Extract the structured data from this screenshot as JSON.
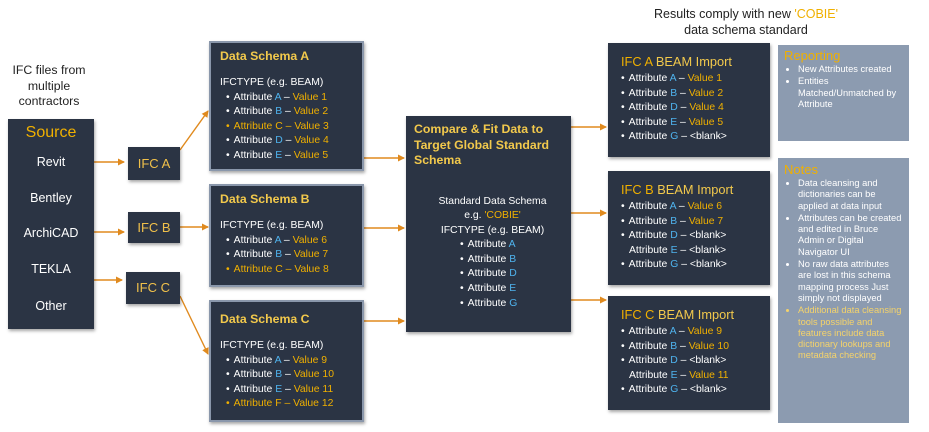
{
  "top_note": {
    "line1_prefix": "Results comply with new ",
    "line1_highlight": "'COBIE'",
    "line2": "data schema standard"
  },
  "left_label": [
    "IFC files from",
    "multiple",
    "contractors"
  ],
  "source": {
    "title": "Source",
    "items": [
      "Revit",
      "Bentley",
      "ArchiCAD",
      "TEKLA",
      "Other"
    ]
  },
  "ifc_tags": [
    "IFC A",
    "IFC B",
    "IFC C"
  ],
  "schemas": [
    {
      "title": "Data Schema A",
      "ifctype": "IFCTYPE (e.g. BEAM)",
      "rows": [
        {
          "attr": "Attribute ",
          "letter": "A",
          "dash": " – ",
          "value": "Value 1",
          "style": "normal"
        },
        {
          "attr": "Attribute ",
          "letter": "B",
          "dash": " – ",
          "value": "Value 2",
          "style": "normal"
        },
        {
          "attr": "Attribute ",
          "letter": "C",
          "dash": " – ",
          "value": "Value 3",
          "style": "gold"
        },
        {
          "attr": "Attribute ",
          "letter": "D",
          "dash": " – ",
          "value": "Value 4",
          "style": "normal"
        },
        {
          "attr": "Attribute ",
          "letter": "E",
          "dash": " – ",
          "value": "Value 5",
          "style": "normal"
        }
      ]
    },
    {
      "title": "Data Schema B",
      "ifctype": "IFCTYPE (e.g. BEAM)",
      "rows": [
        {
          "attr": "Attribute ",
          "letter": "A",
          "dash": " – ",
          "value": "Value 6",
          "style": "normal"
        },
        {
          "attr": "Attribute ",
          "letter": "B",
          "dash": " – ",
          "value": "Value 7",
          "style": "normal"
        },
        {
          "attr": "Attribute ",
          "letter": "C",
          "dash": " – ",
          "value": "Value 8",
          "style": "gold"
        }
      ]
    },
    {
      "title": "Data Schema C",
      "ifctype": "IFCTYPE (e.g. BEAM)",
      "rows": [
        {
          "attr": "Attribute ",
          "letter": "A",
          "dash": " – ",
          "value": "Value 9",
          "style": "normal"
        },
        {
          "attr": "Attribute ",
          "letter": "B",
          "dash": " – ",
          "value": "Value 10",
          "style": "normal"
        },
        {
          "attr": "Attribute ",
          "letter": "E",
          "dash": " – ",
          "value": "Value 11",
          "style": "normal"
        },
        {
          "attr": "Attribute ",
          "letter": "F",
          "dash": " – ",
          "value": "Value 12",
          "style": "gold"
        }
      ]
    }
  ],
  "compare": {
    "title": [
      "Compare & Fit Data to",
      "Target Global Standard",
      "Schema"
    ],
    "standard_line": "Standard Data Schema",
    "eg_prefix": "e.g. ",
    "eg_highlight": "'COBIE'",
    "ifctype": "IFCTYPE (e.g. BEAM)",
    "attributes": [
      {
        "attr": "Attribute ",
        "letter": "A"
      },
      {
        "attr": "Attribute ",
        "letter": "B"
      },
      {
        "attr": "Attribute ",
        "letter": "D"
      },
      {
        "attr": "Attribute ",
        "letter": "E"
      },
      {
        "attr": "Attribute ",
        "letter": "G"
      }
    ]
  },
  "imports": [
    {
      "title_prefix": "IFC A ",
      "title_rest": "BEAM Import",
      "rows": [
        {
          "attr": "Attribute ",
          "letter": "A",
          "dash": " – ",
          "value": "Value 1",
          "blank": false,
          "bullet": true
        },
        {
          "attr": "Attribute ",
          "letter": "B",
          "dash": " – ",
          "value": "Value 2",
          "blank": false,
          "bullet": true
        },
        {
          "attr": "Attribute ",
          "letter": "D",
          "dash": " – ",
          "value": "Value 4",
          "blank": false,
          "bullet": true
        },
        {
          "attr": "Attribute ",
          "letter": "E",
          "dash": " – ",
          "value": "Value 5",
          "blank": false,
          "bullet": true
        },
        {
          "attr": "Attribute ",
          "letter": "G",
          "dash": " – ",
          "value": "<blank>",
          "blank": true,
          "bullet": true
        }
      ]
    },
    {
      "title_prefix": "IFC B ",
      "title_rest": "BEAM Import",
      "rows": [
        {
          "attr": "Attribute ",
          "letter": "A",
          "dash": " – ",
          "value": "Value 6",
          "blank": false,
          "bullet": true
        },
        {
          "attr": "Attribute ",
          "letter": "B",
          "dash": " – ",
          "value": "Value 7",
          "blank": false,
          "bullet": true
        },
        {
          "attr": "Attribute ",
          "letter": "D",
          "dash": " – ",
          "value": "<blank>",
          "blank": true,
          "bullet": true
        },
        {
          "attr": "Attribute ",
          "letter": "E",
          "dash": " – ",
          "value": "<blank>",
          "blank": true,
          "bullet": false
        },
        {
          "attr": "Attribute ",
          "letter": "G",
          "dash": " – ",
          "value": "<blank>",
          "blank": true,
          "bullet": true
        }
      ]
    },
    {
      "title_prefix": "IFC C ",
      "title_rest": "BEAM Import",
      "rows": [
        {
          "attr": "Attribute ",
          "letter": "A",
          "dash": " – ",
          "value": "Value 9",
          "blank": false,
          "bullet": true
        },
        {
          "attr": "Attribute ",
          "letter": "B",
          "dash": " – ",
          "value": "Value 10",
          "blank": false,
          "bullet": true
        },
        {
          "attr": "Attribute ",
          "letter": "D",
          "dash": " – ",
          "value": "<blank>",
          "blank": true,
          "bullet": true
        },
        {
          "attr": "Attribute ",
          "letter": "E",
          "dash": " – ",
          "value": "Value 11",
          "blank": false,
          "bullet": false
        },
        {
          "attr": "Attribute ",
          "letter": "G",
          "dash": " – ",
          "value": "<blank>",
          "blank": true,
          "bullet": true
        }
      ]
    }
  ],
  "reporting": {
    "title": "Reporting",
    "items": [
      "New Attributes created",
      "Entities Matched/Unmatched by Attribute"
    ]
  },
  "notes": {
    "title": "Notes",
    "items": [
      {
        "text": "Data cleansing and dictionaries can be applied at data input",
        "highlight": false
      },
      {
        "text": "Attributes can be created and edited in Bruce Admin or Digital Navigator UI",
        "highlight": false
      },
      {
        "text": "No raw data attributes are lost in this schema mapping process Just simply not displayed",
        "highlight": false
      },
      {
        "text": "Additional data cleansing tools possible and features include data dictionary lookups and metadata checking",
        "highlight": true
      }
    ]
  },
  "colors": {
    "dark_box": "#2b3444",
    "gray_box": "#8c9bb0",
    "arrow": "#e08a1e",
    "attribute_letter": "#4fb3ee",
    "highlight": "#f0b000"
  }
}
